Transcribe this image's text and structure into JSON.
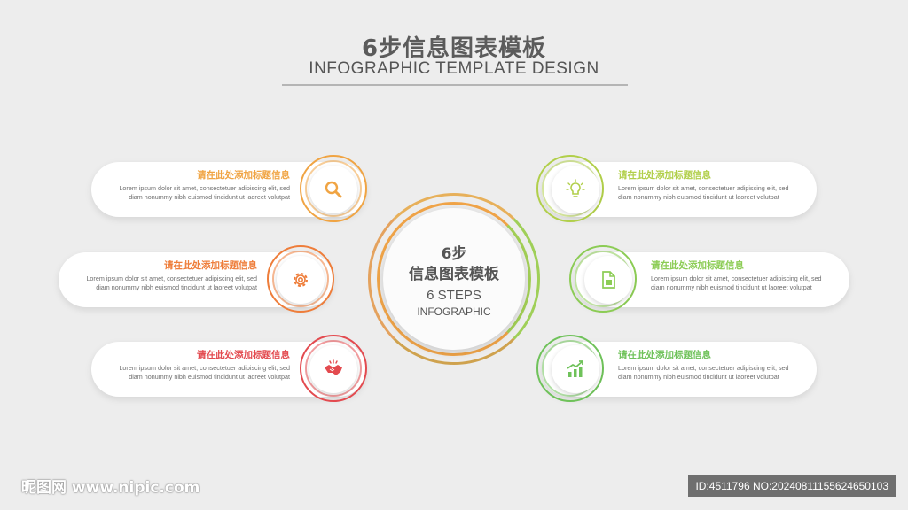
{
  "header": {
    "title_cn": "6步信息图表模板",
    "title_en": "INFOGRAPHIC TEMPLATE DESIGN"
  },
  "center": {
    "line1": "6步",
    "line2": "信息图表模板",
    "line3": "6 STEPS",
    "line4": "INFOGRAPHIC"
  },
  "steps": [
    {
      "side": "left",
      "title": "请在此处添加标题信息",
      "body": "Lorem ipsum dolor sit amet, consectetuer adipiscing elit, sed diam nonummy nibh euismod tincidunt ut laoreet volutpat",
      "icon": "magnifier-icon",
      "color": "#f0a443"
    },
    {
      "side": "left",
      "title": "请在此处添加标题信息",
      "body": "Lorem ipsum dolor sit amet, consectetuer adipiscing elit, sed diam nonummy nibh euismod tincidunt ut laoreet volutpat",
      "icon": "gear-icon",
      "color": "#ee7d3a"
    },
    {
      "side": "left",
      "title": "请在此处添加标题信息",
      "body": "Lorem ipsum dolor sit amet, consectetuer adipiscing elit, sed diam nonummy nibh euismod tincidunt ut laoreet volutpat",
      "icon": "handshake-icon",
      "color": "#e34a4f"
    },
    {
      "side": "right",
      "title": "请在此处添加标题信息",
      "body": "Lorem ipsum dolor sit amet, consectetuer adipiscing elit, sed diam nonummy nibh euismod tincidunt ut laoreet volutpat",
      "icon": "lightbulb-icon",
      "color": "#b1cf4a"
    },
    {
      "side": "right",
      "title": "请在此处添加标题信息",
      "body": "Lorem ipsum dolor sit amet, consectetuer adipiscing elit, sed diam nonummy nibh euismod tincidunt ut laoreet volutpat",
      "icon": "document-icon",
      "color": "#8ccc55"
    },
    {
      "side": "right",
      "title": "请在此处添加标题信息",
      "body": "Lorem ipsum dolor sit amet, consectetuer adipiscing elit, sed diam nonummy nibh euismod tincidunt ut laoreet volutpat",
      "icon": "growth-chart-icon",
      "color": "#6fc25a"
    }
  ],
  "watermark": {
    "logo": "昵图网 www.nipic.com",
    "id": "ID:4511796 NO:20240811155624650103"
  }
}
